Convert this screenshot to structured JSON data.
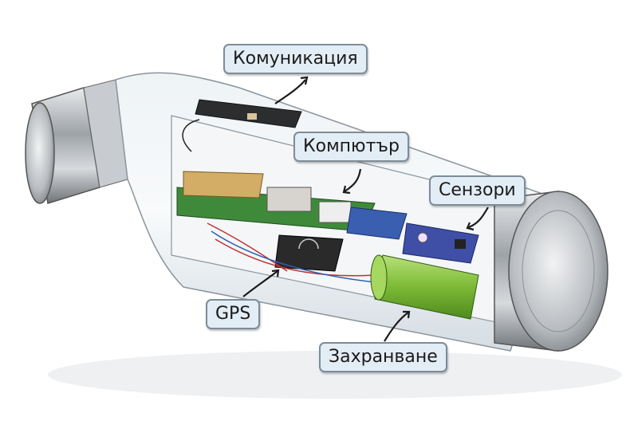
{
  "labels": {
    "communication": "Комуникация",
    "computer": "Компютър",
    "sensors": "Сензори",
    "gps": "GPS",
    "power": "Захранване"
  },
  "colors": {
    "label_bg": "#e3edf5",
    "label_border": "#7d8c99",
    "battery": "#8cc63f",
    "pcb": "#3f8a3a",
    "metal": "#a9adb1"
  }
}
